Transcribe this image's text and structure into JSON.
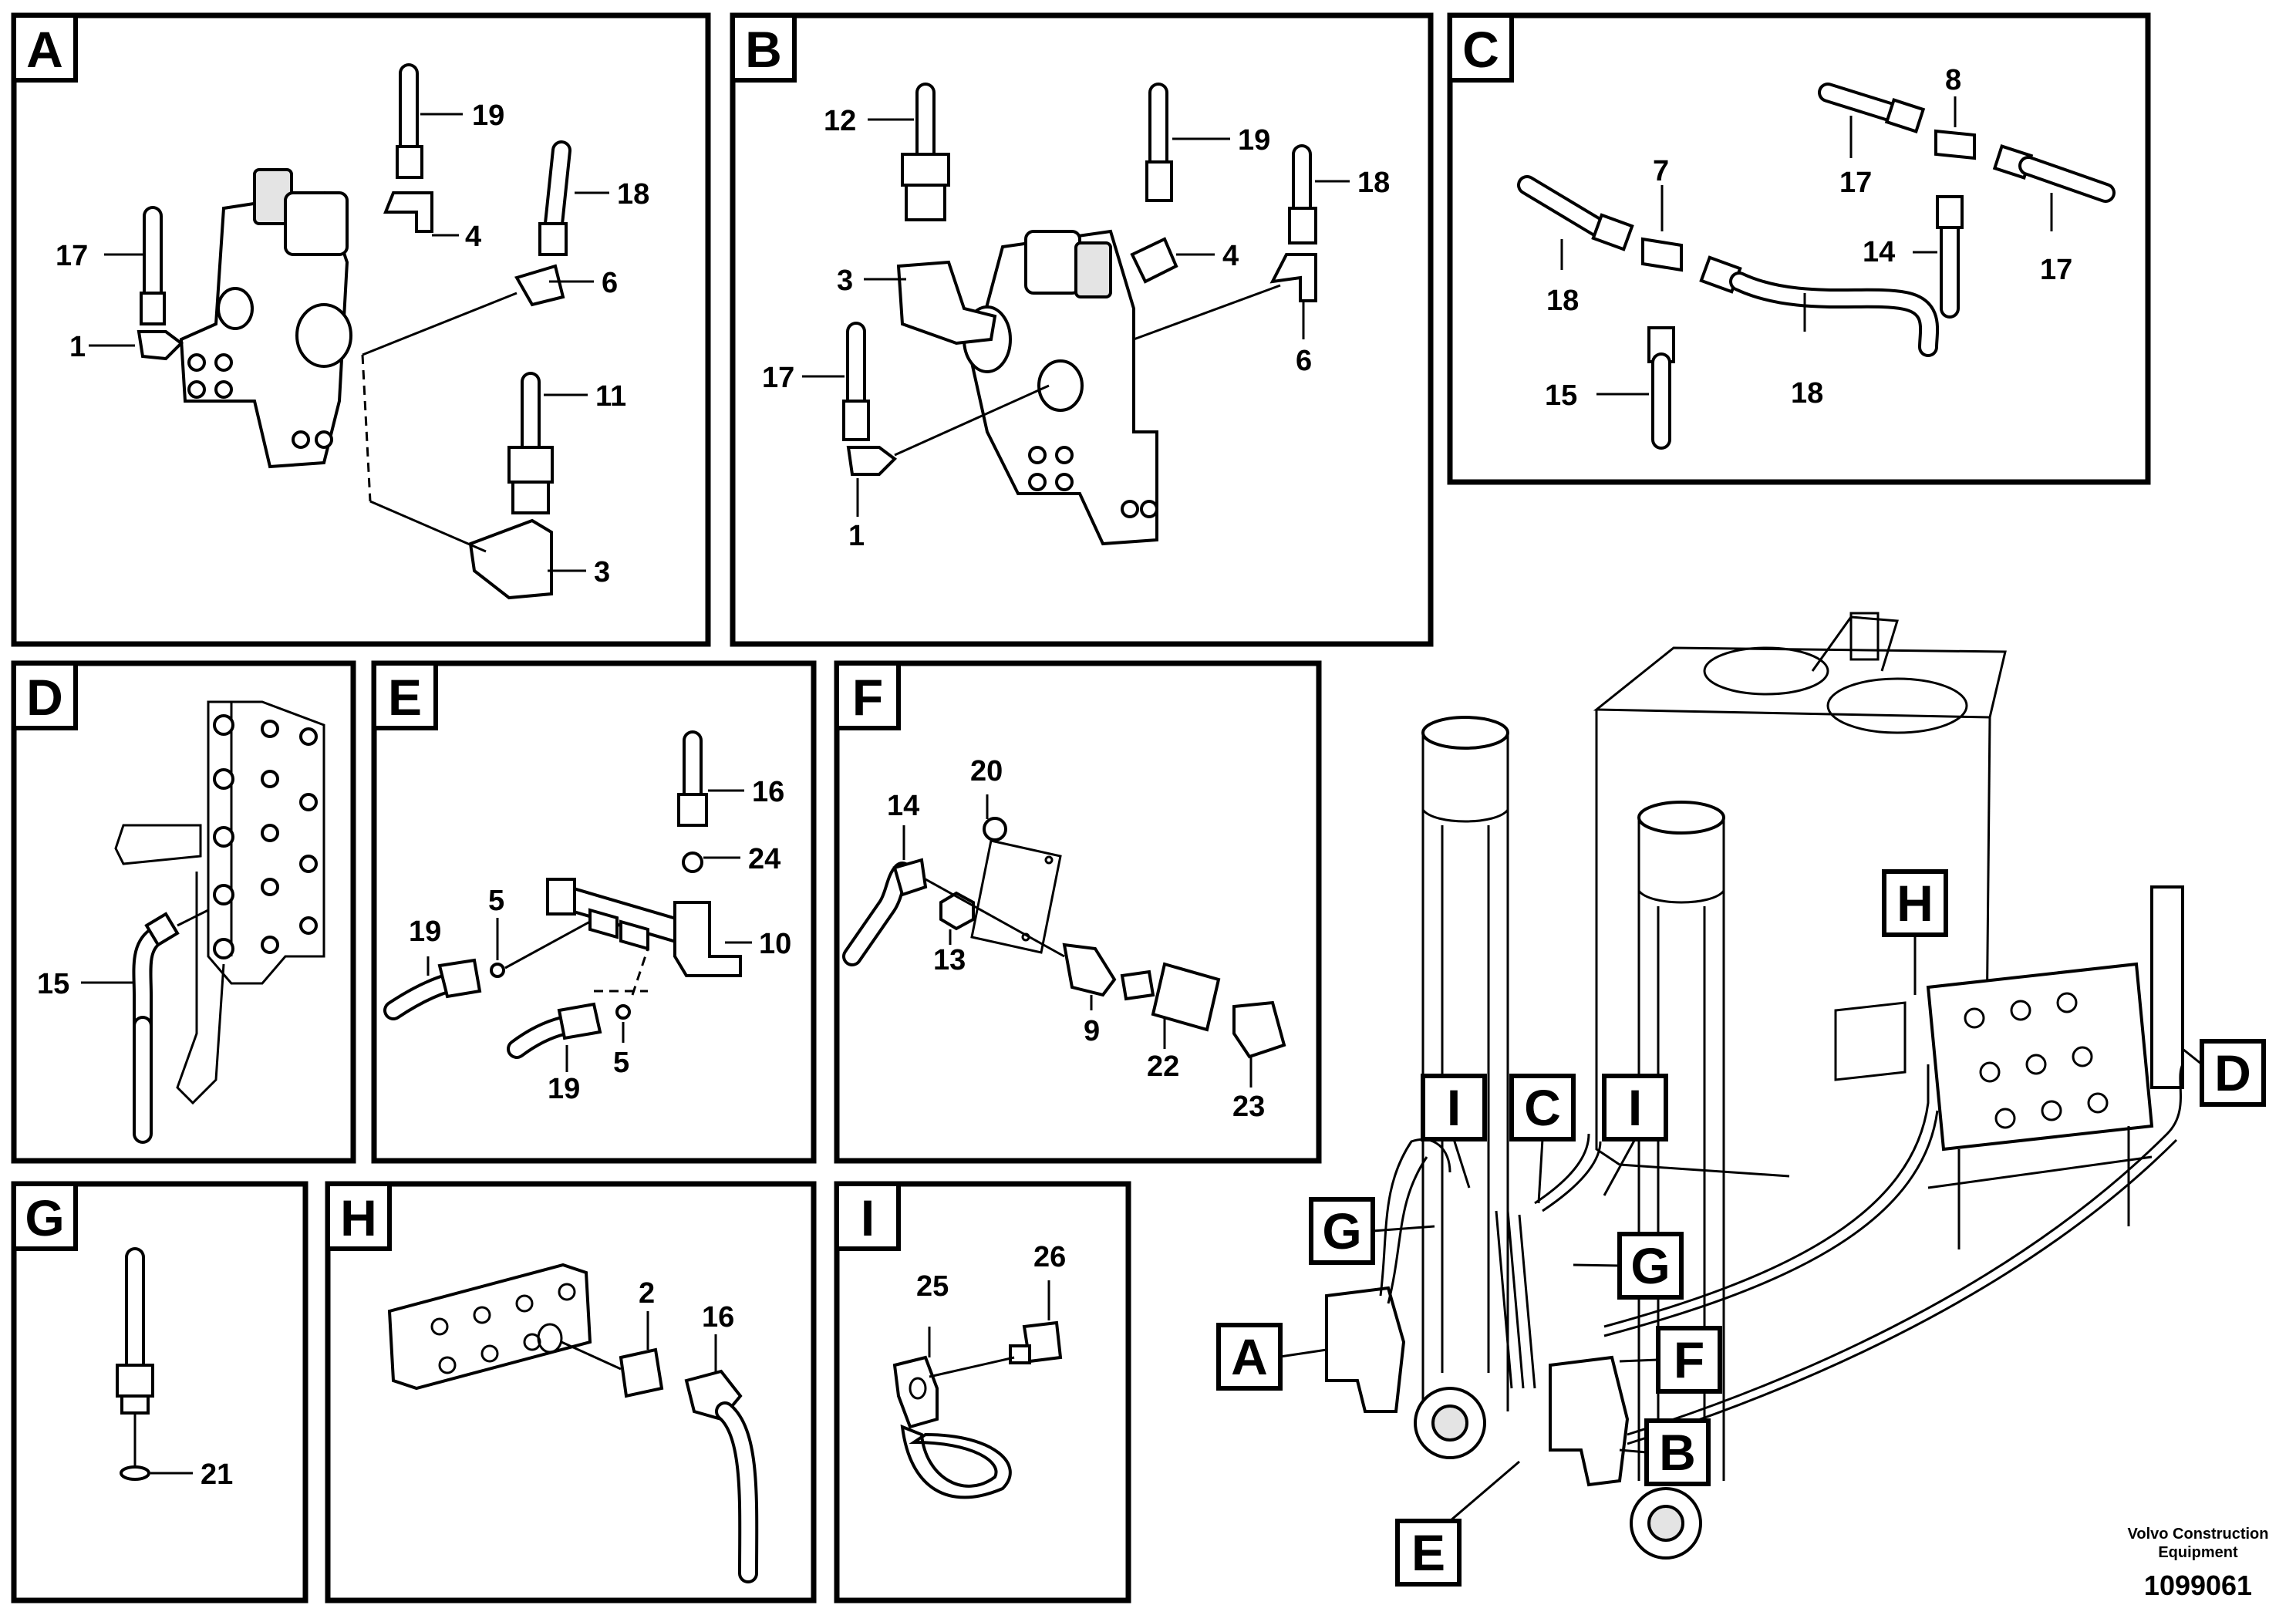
{
  "panels": {
    "A": {
      "tag": "A",
      "callouts": [
        "19",
        "17",
        "4",
        "18",
        "6",
        "1",
        "11",
        "3"
      ]
    },
    "B": {
      "tag": "B",
      "callouts": [
        "12",
        "19",
        "18",
        "4",
        "3",
        "6",
        "17",
        "1"
      ]
    },
    "C": {
      "tag": "C",
      "callouts": [
        "8",
        "7",
        "17",
        "17",
        "14",
        "18",
        "18",
        "15"
      ]
    },
    "D": {
      "tag": "D",
      "callouts": [
        "15"
      ]
    },
    "E": {
      "tag": "E",
      "callouts": [
        "16",
        "24",
        "5",
        "19",
        "10",
        "19",
        "5"
      ]
    },
    "F": {
      "tag": "F",
      "callouts": [
        "20",
        "14",
        "13",
        "9",
        "22",
        "23"
      ]
    },
    "G": {
      "tag": "G",
      "callouts": [
        "21"
      ]
    },
    "H": {
      "tag": "H",
      "callouts": [
        "2",
        "16"
      ]
    },
    "I": {
      "tag": "I",
      "callouts": [
        "26",
        "25"
      ]
    }
  },
  "overview_tags": [
    "H",
    "D",
    "I",
    "C",
    "I",
    "G",
    "G",
    "A",
    "F",
    "B",
    "E"
  ],
  "footer": {
    "credit_line1": "Volvo Construction",
    "credit_line2": "Equipment",
    "document_number": "1099061"
  }
}
